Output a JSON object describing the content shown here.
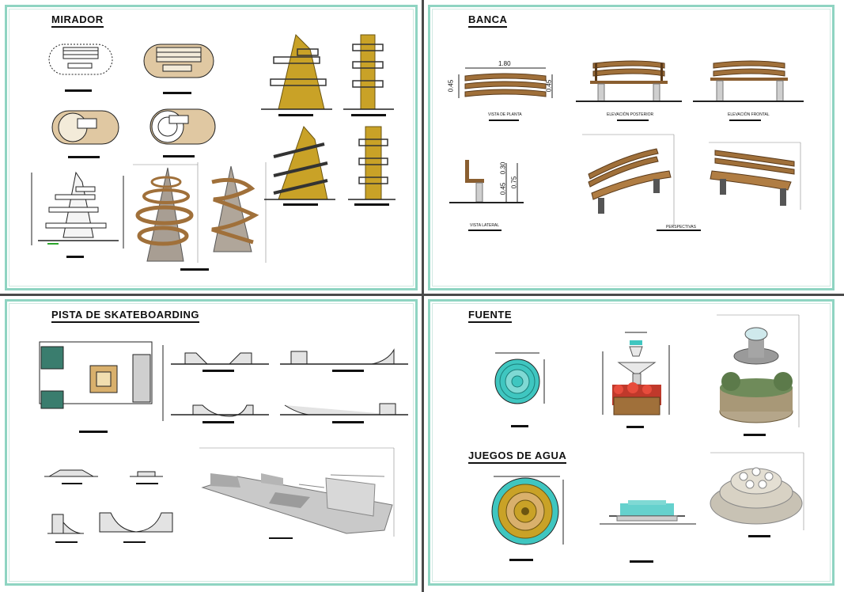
{
  "panels": {
    "mirador": {
      "title": "MIRADOR"
    },
    "banca": {
      "title": "BANCA",
      "dim_length": "1.80",
      "dim_height_left": "0.45",
      "dim_height_right": "0.45",
      "dim_seat": "0.45",
      "dim_total": "0.75",
      "dim_back": "0.30",
      "label_plan": "VISTA DE PLANTA",
      "label_rear": "ELEVACIÓN POSTERIOR",
      "label_front": "ELEVACIÓN FRONTAL",
      "label_side": "VISTA LATERAL",
      "label_persp": "PERSPECTIVAS"
    },
    "skate": {
      "title": "PISTA DE SKATEBOARDING"
    },
    "fuente": {
      "title": "FUENTE"
    },
    "juegos": {
      "title": "JUEGOS DE AGUA"
    }
  },
  "colors": {
    "panel_border": "#8fd4c2",
    "wood": "#a0703a",
    "tan": "#d9b06c",
    "gold": "#c9a227",
    "teal": "#3fc6c0",
    "grey": "#bfbfbf",
    "green": "#3a7d3a",
    "red": "#c0392b"
  }
}
